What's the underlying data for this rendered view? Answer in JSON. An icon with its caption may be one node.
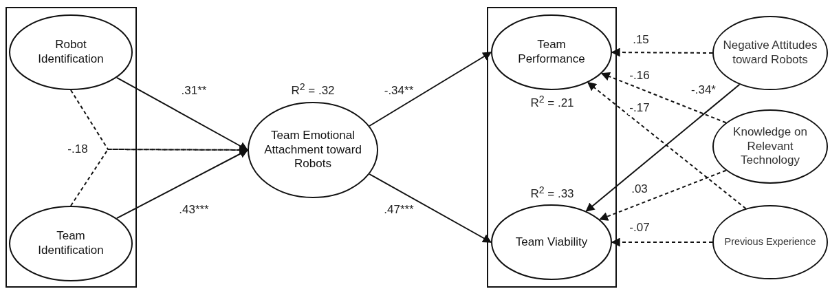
{
  "diagram": {
    "nodes": [
      {
        "text": [],
        "shape": "box"
      },
      {
        "text": [
          "Robot Identification"
        ],
        "in": 0
      },
      {
        "text": [
          "Team Identification"
        ],
        "in": 0
      },
      {
        "text": [
          "Team Emotional Attachment toward Robots"
        ],
        "beside": [
          "R$^{2}$ = .32"
        ]
      },
      {
        "text": [],
        "shape": "box"
      },
      {
        "text": [
          "Team Performance"
        ],
        "in": 4,
        "beside": [
          "R$^{2}$ = .21"
        ]
      },
      {
        "text": [
          "Team Viability"
        ],
        "in": 4,
        "beside": [
          "R$^{2}$ = .33"
        ]
      },
      {
        "text": [
          "Negative Attitudes toward Robots"
        ]
      },
      {
        "text": [
          "Knowledge on Relevant Technology"
        ]
      },
      {
        "text": [
          "Previous Experience"
        ]
      }
    ],
    "edges": [
      {
        "from": 1,
        "to": 3,
        "arrow": "to",
        "label": ".31**"
      },
      {
        "from": 2,
        "to": 3,
        "arrow": "to",
        "label": ".43***"
      },
      {
        "from": 1,
        "to": 3,
        "arrow": "to",
        "style": "dashed",
        "label": "-.18"
      },
      {
        "from": 2,
        "to": 3,
        "arrow": "to",
        "style": "dashed"
      },
      {
        "from": 3,
        "to": 5,
        "arrow": "to",
        "label": "-.34**"
      },
      {
        "from": 3,
        "to": 6,
        "arrow": "to",
        "label": ".47***"
      },
      {
        "from": 7,
        "to": 5,
        "arrow": "to",
        "style": "dashed",
        "label": ".15"
      },
      {
        "from": 8,
        "to": 5,
        "arrow": "to",
        "style": "dashed",
        "label": "-.16"
      },
      {
        "from": 9,
        "to": 5,
        "arrow": "to",
        "style": "dashed",
        "label": "-.17"
      },
      {
        "from": 7,
        "to": 6,
        "arrow": "to",
        "label": "-.34*"
      },
      {
        "from": 8,
        "to": 6,
        "arrow": "to",
        "style": "dashed",
        "label": ".03"
      },
      {
        "from": 9,
        "to": 6,
        "arrow": "to",
        "style": "dashed",
        "label": "-.07"
      }
    ]
  }
}
